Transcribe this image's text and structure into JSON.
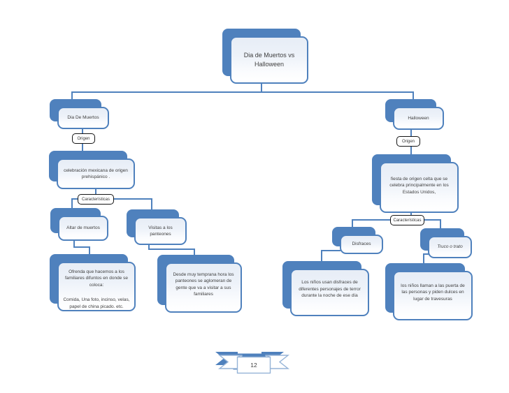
{
  "slide": {
    "title": "Dia de Muertos vs Halloween",
    "page_number": "12"
  },
  "nodes": {
    "root": "Dia de Muertos vs Halloween",
    "dia_de_muertos": "Dia De Muertos",
    "origen_left": "Origen",
    "celebracion": "celebración mexicana de origen prehispánico .",
    "caracteristicas_left": "Características",
    "altar": "Altar de muertos",
    "visitas": "Visitas a los panteones",
    "ofrenda_1": "Ofrenda que hacemos a los familiares difuntos en donde se coloca:",
    "ofrenda_2": "Comida, Una foto, incinso, velas, papel de china picado. etc.",
    "desde": "Desde muy temprana hora los panteones se aglomeran de gente que va a visitar a sus familiares",
    "halloween": "Halloween",
    "origen_right": "Origen",
    "fiesta": "fiesta de origen celta que se celebra principalmente en los Estados Unidos,",
    "caracteristicas_right": "Características",
    "disfraces": "Disfraces",
    "truco": "Truco o trato",
    "ninos_disfraces": "Los niños usan disfraces de diferentes personajes de terror durante la noche de ese día",
    "ninos_dulces": "los niños llaman a las puerta de las personas y piden dulces en lugar de travesuras"
  },
  "edges": [
    [
      "root",
      "dia_de_muertos"
    ],
    [
      "root",
      "halloween"
    ],
    [
      "dia_de_muertos",
      "origen_left"
    ],
    [
      "origen_left",
      "celebracion"
    ],
    [
      "celebracion",
      "caracteristicas_left"
    ],
    [
      "caracteristicas_left",
      "altar"
    ],
    [
      "caracteristicas_left",
      "visitas"
    ],
    [
      "altar",
      "ofrenda"
    ],
    [
      "visitas",
      "desde"
    ],
    [
      "halloween",
      "origen_right"
    ],
    [
      "origen_right",
      "fiesta"
    ],
    [
      "fiesta",
      "caracteristicas_right"
    ],
    [
      "caracteristicas_right",
      "disfraces"
    ],
    [
      "caracteristicas_right",
      "truco"
    ],
    [
      "disfraces",
      "ninos_disfraces"
    ],
    [
      "truco",
      "ninos_dulces"
    ]
  ],
  "colors": {
    "accent_blue": "#4f81bd",
    "ribbon_outline": "#95b3d7",
    "text": "#404040"
  }
}
